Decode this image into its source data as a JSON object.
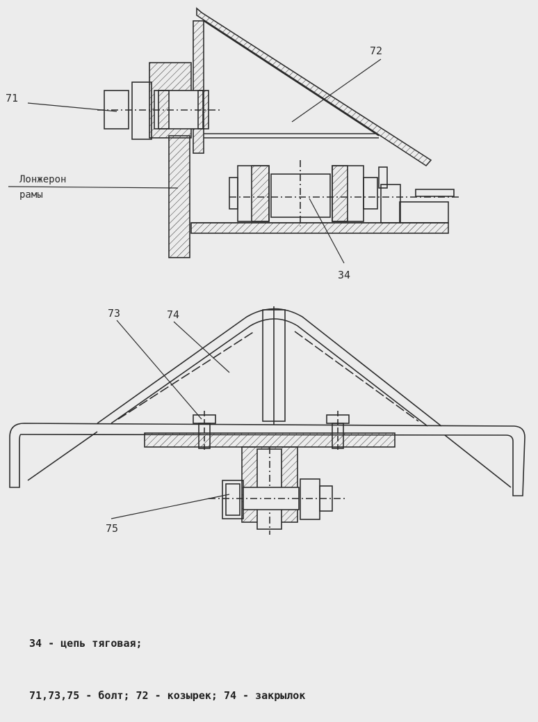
{
  "callouts": {
    "c71": "71",
    "c72": "72",
    "c34": "34",
    "c73": "73",
    "c74": "74",
    "c75": "75"
  },
  "frame_label": {
    "line1": "Лонжерон",
    "line2": "рамы"
  },
  "legend": {
    "line1": "34 - цепь тяговая;",
    "line2": "71,73,75 - болт; 72 - козырек; 74 - закрылок"
  },
  "colors": {
    "paper": "#ececec",
    "ink": "#2a2a2a"
  }
}
